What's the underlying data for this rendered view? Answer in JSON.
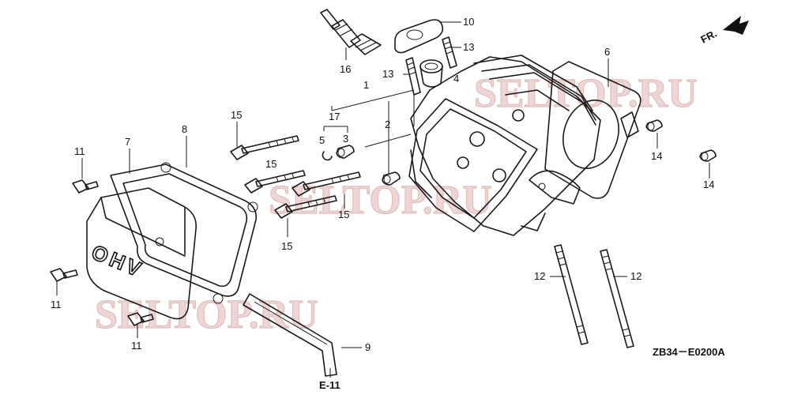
{
  "watermarks": [
    "SELTOP.RU",
    "SELTOP.RU",
    "SELTOP.RU"
  ],
  "direction": {
    "label": "FR."
  },
  "diagram_code": "ZB34－E0200A",
  "cover_marking": "OHV",
  "bottom_ref": "E-11",
  "callouts": {
    "c1": "1",
    "c2": "2",
    "c3": "3",
    "c4": "4",
    "c5": "5",
    "c6": "6",
    "c7": "7",
    "c8": "8",
    "c9": "9",
    "c10": "10",
    "c11a": "11",
    "c11b": "11",
    "c11c": "11",
    "c12a": "12",
    "c12b": "12",
    "c13a": "13",
    "c13b": "13",
    "c14a": "14",
    "c14b": "14",
    "c15a": "15",
    "c15b": "15",
    "c15c": "15",
    "c15d": "15",
    "c16": "16",
    "c17": "17"
  },
  "colors": {
    "line": "#1a1a1a",
    "watermark": "#e9c9c9",
    "background": "#ffffff"
  }
}
